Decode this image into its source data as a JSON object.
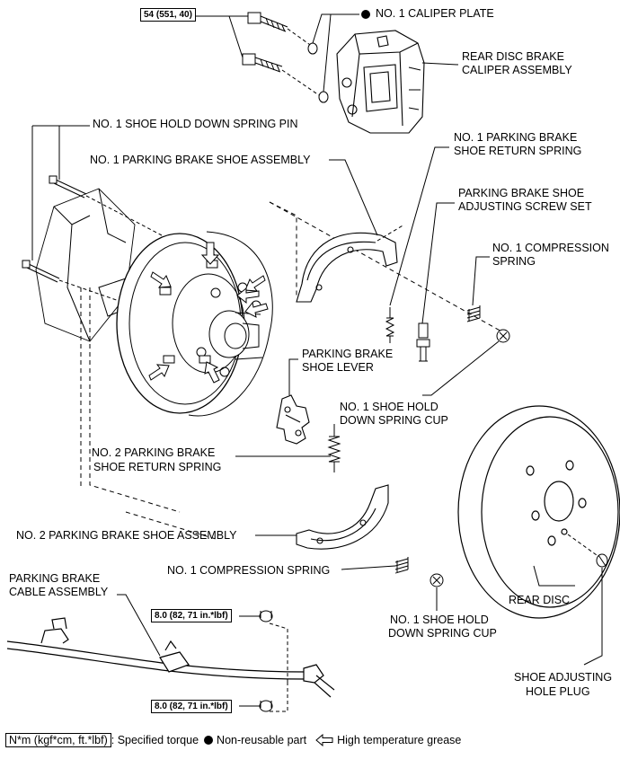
{
  "labels": {
    "caliper_plate": "NO. 1 CALIPER PLATE",
    "caliper_assembly_1": "REAR DISC BRAKE",
    "caliper_assembly_2": "CALIPER ASSEMBLY",
    "hold_down_pin": "NO. 1 SHOE HOLD DOWN SPRING PIN",
    "return_spring_1_a": "NO. 1 PARKING BRAKE",
    "return_spring_1_b": "SHOE RETURN SPRING",
    "shoe_assembly_1": "NO. 1 PARKING BRAKE SHOE ASSEMBLY",
    "adjusting_screw_a": "PARKING BRAKE SHOE",
    "adjusting_screw_b": "ADJUSTING SCREW SET",
    "compression_spring_top_a": "NO. 1 COMPRESSION",
    "compression_spring_top_b": "SPRING",
    "shoe_lever_a": "PARKING BRAKE",
    "shoe_lever_b": "SHOE LEVER",
    "spring_cup_top_a": "NO. 1 SHOE HOLD",
    "spring_cup_top_b": "DOWN SPRING CUP",
    "return_spring_2_a": "NO.  2 PARKING BRAKE",
    "return_spring_2_b": "SHOE RETURN SPRING",
    "shoe_assembly_2": "NO. 2 PARKING BRAKE SHOE ASSEMBLY",
    "compression_spring_bottom": "NO. 1 COMPRESSION SPRING",
    "cable_a": "PARKING BRAKE",
    "cable_b": "CABLE ASSEMBLY",
    "rear_disc": "REAR DISC",
    "spring_cup_bottom_a": "NO. 1 SHOE HOLD",
    "spring_cup_bottom_b": "DOWN SPRING CUP",
    "hole_plug_a": "SHOE ADJUSTING",
    "hole_plug_b": "HOLE PLUG"
  },
  "torques": {
    "caliper_bolt": "54 (551, 40)",
    "cable_bolt_top": "8.0 (82, 71 in.*lbf)",
    "cable_bolt_bottom": "8.0 (82, 71 in.*lbf)"
  },
  "legend": {
    "torque_unit": "N*m (kgf*cm, ft.*lbf)",
    "torque_text": ": Specified torque",
    "nonreusable_text": "Non-reusable part",
    "grease_text": "High temperature grease"
  }
}
